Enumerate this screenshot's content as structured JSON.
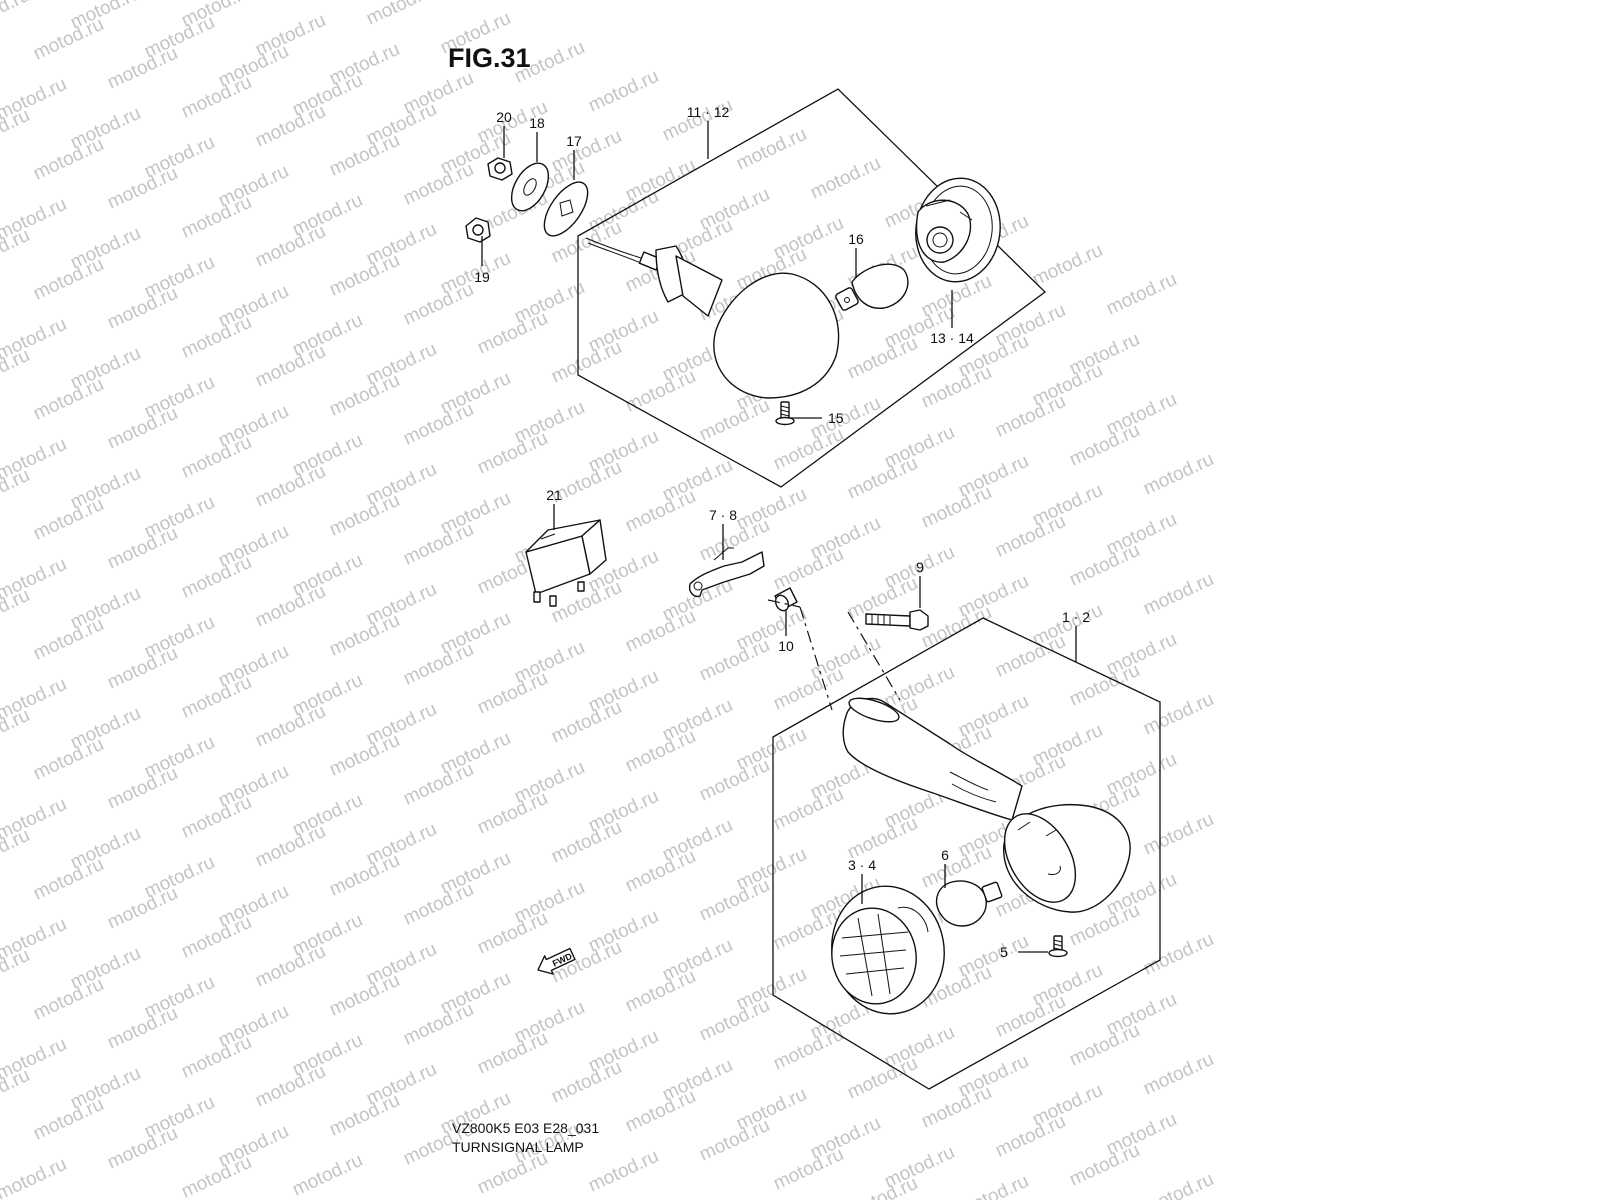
{
  "figure": {
    "title": "FIG.31",
    "code": "VZ800K5 E03 E28_031",
    "name": "TURNSIGNAL LAMP"
  },
  "callouts": {
    "p20": "20",
    "p18": "18",
    "p17": "17",
    "p19": "19",
    "p11_12": "11 · 12",
    "p16": "16",
    "p13_14": "13 · 14",
    "p15": "15",
    "p21": "21",
    "p7_8": "7 · 8",
    "p9": "9",
    "p10": "10",
    "p1_2": "1 · 2",
    "p3_4": "3 · 4",
    "p6": "6",
    "p5": "5"
  },
  "direction_arrow": "FWD",
  "watermark": "motod.ru"
}
